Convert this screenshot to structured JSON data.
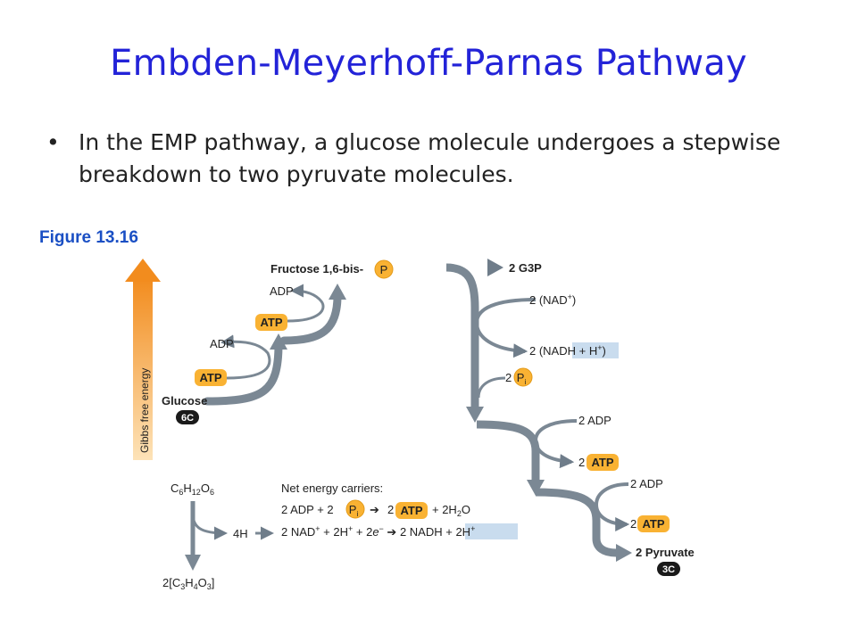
{
  "slide": {
    "title": "Embden-Meyerhoff-Parnas Pathway",
    "bullet": "In the EMP pathway, a glucose molecule undergoes a stepwise breakdown to two pyruvate molecules.",
    "figure_label": "Figure 13.16"
  },
  "diagram": {
    "axis_label": "Gibbs free energy",
    "glucose": "Glucose",
    "glucose_carbons": "6C",
    "atp1": "ATP",
    "adp1": "ADP",
    "atp2": "ATP",
    "adp2": "ADP",
    "fructose": "Fructose 1,6-bis-",
    "phosphate": "P",
    "g3p": "2 G3P",
    "nad_in": "2 (NAD",
    "nad_in_sup": "+",
    "nad_in_close": ")",
    "nadh_pre": "2 (NAD",
    "nadh_hl": "H + H",
    "nadh_sup": "+",
    "nadh_close": ")",
    "pi_coef": "2",
    "pi": "P",
    "pi_sub": "i",
    "adp3": "2 ADP",
    "atp3_coef": "2",
    "atp3": "ATP",
    "adp4": "2 ADP",
    "atp4_coef": "2",
    "atp4": "ATP",
    "pyruvate": "2 Pyruvate",
    "pyruvate_carbons": "3C"
  },
  "equations": {
    "glucose_formula": [
      "C",
      "6",
      "H",
      "12",
      "O",
      "6"
    ],
    "hydrogen": "4H",
    "product_formula": [
      "2[C",
      "3",
      "H",
      "4",
      "O",
      "3",
      "]"
    ],
    "net_title": "Net energy carriers:",
    "line1": {
      "a": "2 ADP + 2",
      "pi": "P",
      "pi_sub": "i",
      "arrow": "➔",
      "b": "2",
      "atp": "ATP",
      "c": "+ 2H",
      "c_sub": "2",
      "d": "O"
    },
    "line2": {
      "a": "2 NAD",
      "a_sup": "+",
      "b": " + 2H",
      "b_sup": "+",
      "c": " + 2",
      "e": "e",
      "e_sup": "−",
      "arrow": " ➔ ",
      "d": "2 NAD",
      "hl": "H + 2H",
      "hl_sup": "+"
    }
  }
}
